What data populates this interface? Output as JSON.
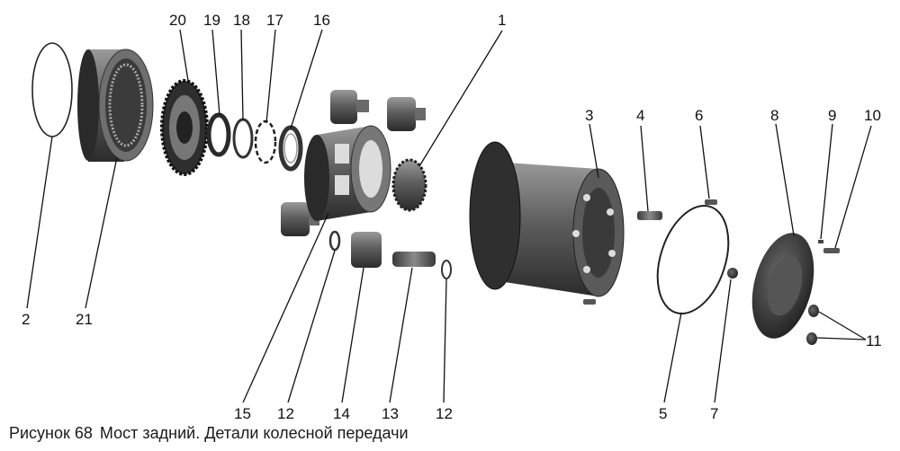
{
  "figure": {
    "number": "Рисунок 68",
    "title": "Мост задний. Детали колесной передачи"
  },
  "callouts": {
    "c1": "1",
    "c2": "2",
    "c3": "3",
    "c4": "4",
    "c5": "5",
    "c6": "6",
    "c7": "7",
    "c8": "8",
    "c9": "9",
    "c10": "10",
    "c11": "11",
    "c12a": "12",
    "c12b": "12",
    "c13": "13",
    "c14": "14",
    "c15": "15",
    "c16": "16",
    "c17": "17",
    "c18": "18",
    "c19": "19",
    "c20": "20",
    "c21": "21"
  }
}
